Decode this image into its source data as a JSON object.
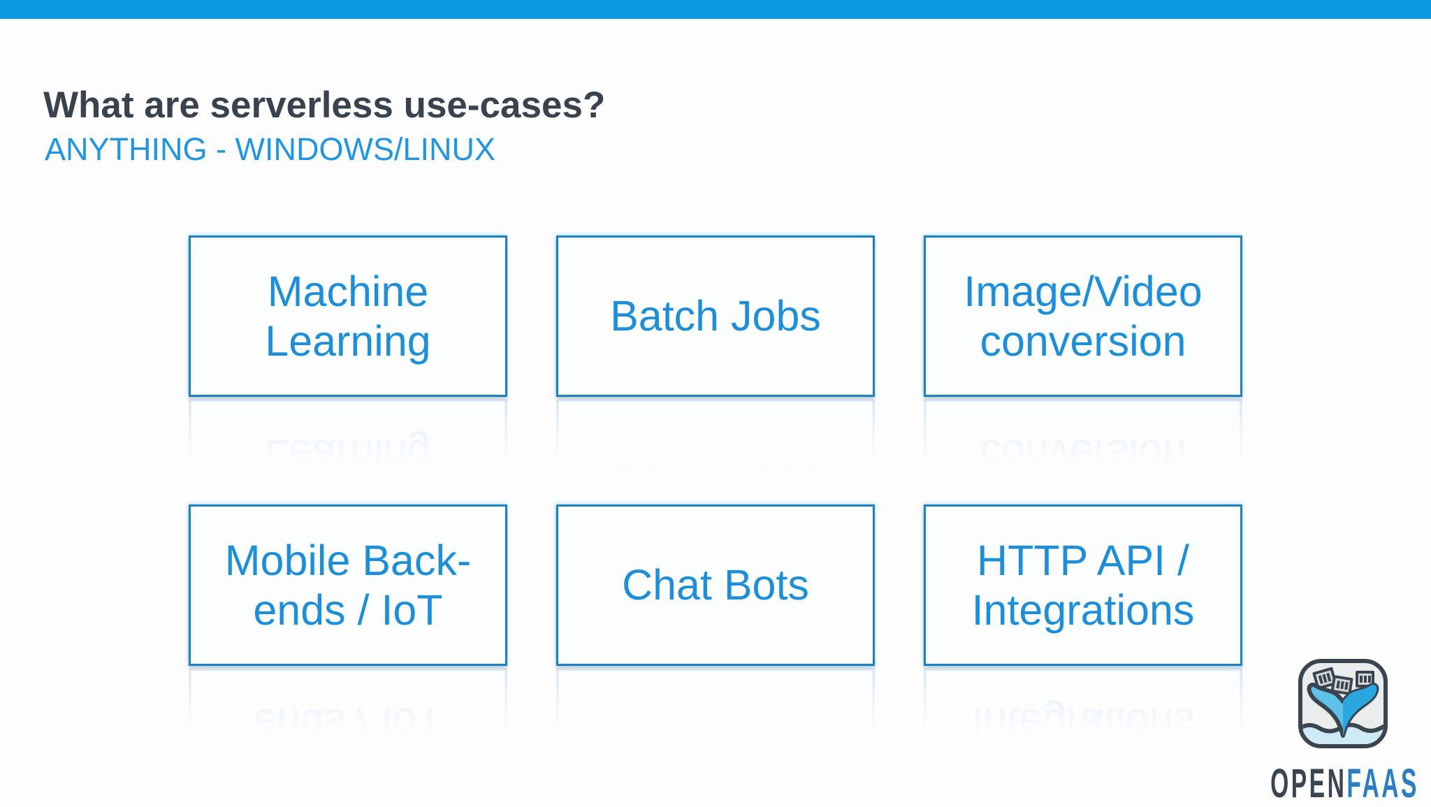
{
  "slide": {
    "header": {
      "title": "What are serverless use-cases?",
      "subtitle": "ANYTHING - WINDOWS/LINUX"
    },
    "boxes": [
      {
        "label": "Machine Learning"
      },
      {
        "label": "Batch Jobs"
      },
      {
        "label": "Image/Video conversion"
      },
      {
        "label": "Mobile Back-ends / IoT"
      },
      {
        "label": "Chat Bots"
      },
      {
        "label": "HTTP API / Integrations"
      }
    ],
    "logo": {
      "icon": "openfaas-whale-tail-icon",
      "brand_prefix": "OPEN",
      "brand_suffix": "FAAS"
    },
    "colors": {
      "top_bar": "#0a99e0",
      "title_text": "#39434d",
      "subtitle_text": "#2196df",
      "box_border": "#1b82c0",
      "box_text": "#1f8ed8",
      "logo_dark": "#3b4550",
      "logo_blue": "#2a7ec1"
    }
  }
}
